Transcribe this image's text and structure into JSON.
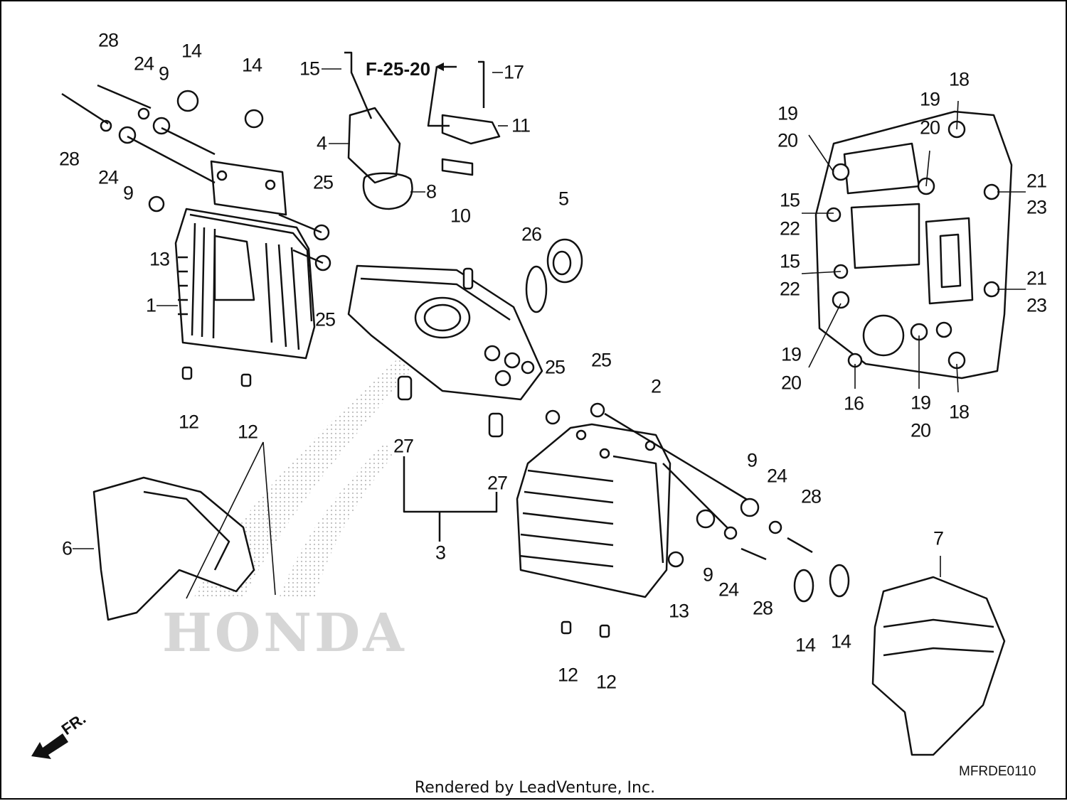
{
  "diagram": {
    "reference": "F-25-20",
    "diagram_code": "MFRDE0110",
    "brand_watermark": "HONDA",
    "front_arrow_label": "FR.",
    "footer": "Rendered by LeadVenture, Inc."
  },
  "callouts": [
    {
      "text": "28"
    },
    {
      "text": "24"
    },
    {
      "text": "9"
    },
    {
      "text": "14"
    },
    {
      "text": "14"
    },
    {
      "text": "28"
    },
    {
      "text": "24"
    },
    {
      "text": "9"
    },
    {
      "text": "13"
    },
    {
      "text": "1"
    },
    {
      "text": "25"
    },
    {
      "text": "25"
    },
    {
      "text": "12"
    },
    {
      "text": "12"
    },
    {
      "text": "15"
    },
    {
      "text": "4"
    },
    {
      "text": "8"
    },
    {
      "text": "17"
    },
    {
      "text": "11"
    },
    {
      "text": "10"
    },
    {
      "text": "5"
    },
    {
      "text": "26"
    },
    {
      "text": "27"
    },
    {
      "text": "27"
    },
    {
      "text": "3"
    },
    {
      "text": "6"
    },
    {
      "text": "25"
    },
    {
      "text": "25"
    },
    {
      "text": "2"
    },
    {
      "text": "9"
    },
    {
      "text": "24"
    },
    {
      "text": "28"
    },
    {
      "text": "9"
    },
    {
      "text": "24"
    },
    {
      "text": "28"
    },
    {
      "text": "13"
    },
    {
      "text": "14"
    },
    {
      "text": "14"
    },
    {
      "text": "12"
    },
    {
      "text": "12"
    },
    {
      "text": "7"
    },
    {
      "text": "18"
    },
    {
      "text": "19"
    },
    {
      "text": "20"
    },
    {
      "text": "19"
    },
    {
      "text": "20"
    },
    {
      "text": "21"
    },
    {
      "text": "23"
    },
    {
      "text": "15"
    },
    {
      "text": "22"
    },
    {
      "text": "15"
    },
    {
      "text": "22"
    },
    {
      "text": "21"
    },
    {
      "text": "23"
    },
    {
      "text": "19"
    },
    {
      "text": "20"
    },
    {
      "text": "16"
    },
    {
      "text": "19"
    },
    {
      "text": "20"
    },
    {
      "text": "18"
    }
  ]
}
